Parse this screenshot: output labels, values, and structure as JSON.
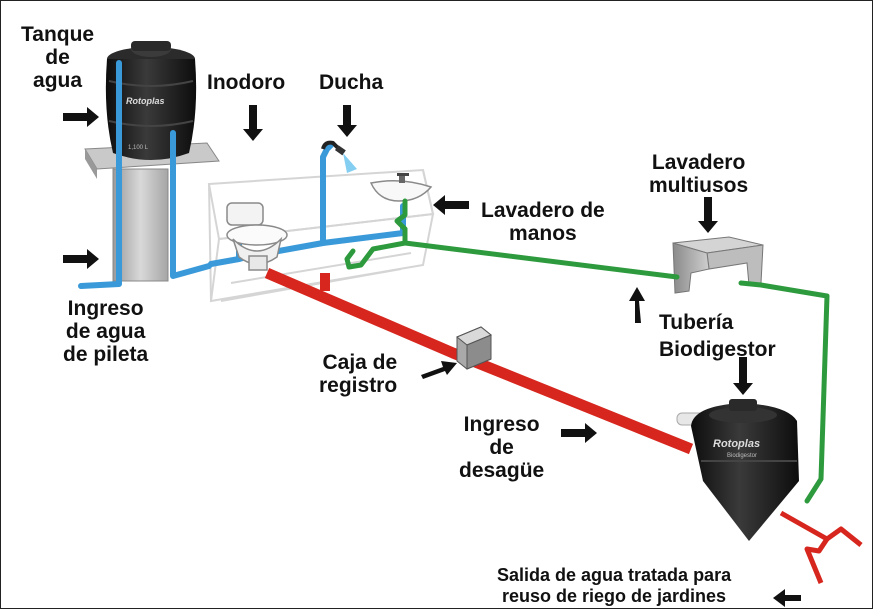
{
  "labels": {
    "tanque": [
      "Tanque",
      "de",
      "agua"
    ],
    "inodoro": "Inodoro",
    "ducha": "Ducha",
    "lavadero_manos": [
      "Lavadero de",
      "manos"
    ],
    "lavadero_multi": [
      "Lavadero",
      "multiusos"
    ],
    "ingreso_pileta": [
      "Ingreso",
      "de agua",
      "de pileta"
    ],
    "tuberia": "Tubería",
    "biodigestor": "Biodigestor",
    "caja": [
      "Caja de",
      "registro"
    ],
    "ingreso_desague": [
      "Ingreso",
      "de",
      "desagüe"
    ],
    "salida": [
      "Salida de agua tratada para",
      "reuso de riego de jardines"
    ]
  },
  "brand": {
    "tank_logo": "Rotoplas",
    "tank_capacity": "1,100 L",
    "bio_logo": "Rotoplas",
    "bio_sub": "Biodigestor"
  },
  "colors": {
    "clean_water": "#3a9ad9",
    "drain": "#d7261e",
    "treated_water": "#2e9a3e",
    "tank": "#1c1c1c",
    "arrow": "#111111"
  }
}
